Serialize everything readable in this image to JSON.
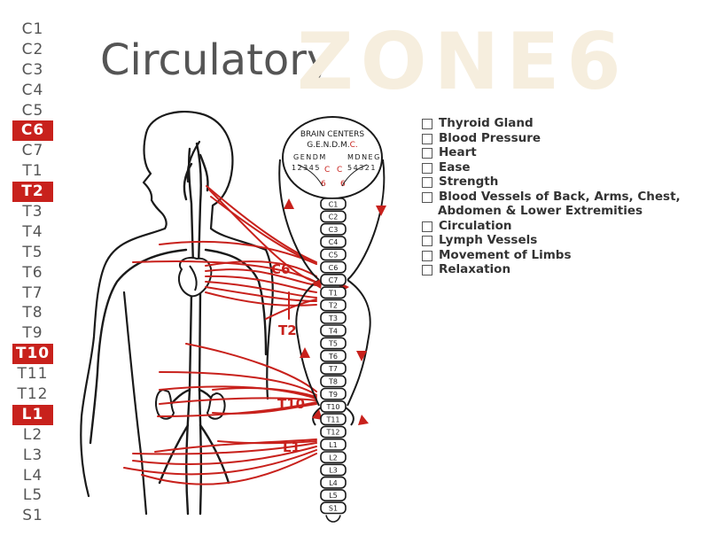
{
  "title": "Circulatory",
  "watermark": "ZONE6",
  "spinal_levels": [
    {
      "label": "C1",
      "highlight": false
    },
    {
      "label": "C2",
      "highlight": false
    },
    {
      "label": "C3",
      "highlight": false
    },
    {
      "label": "C4",
      "highlight": false
    },
    {
      "label": "C5",
      "highlight": false
    },
    {
      "label": "C6",
      "highlight": true
    },
    {
      "label": "C7",
      "highlight": false
    },
    {
      "label": "T1",
      "highlight": false
    },
    {
      "label": "T2",
      "highlight": true
    },
    {
      "label": "T3",
      "highlight": false
    },
    {
      "label": "T4",
      "highlight": false
    },
    {
      "label": "T5",
      "highlight": false
    },
    {
      "label": "T6",
      "highlight": false
    },
    {
      "label": "T7",
      "highlight": false
    },
    {
      "label": "T8",
      "highlight": false
    },
    {
      "label": "T9",
      "highlight": false
    },
    {
      "label": "T10",
      "highlight": true
    },
    {
      "label": "T11",
      "highlight": false
    },
    {
      "label": "T12",
      "highlight": false
    },
    {
      "label": "L1",
      "highlight": true
    },
    {
      "label": "L2",
      "highlight": false
    },
    {
      "label": "L3",
      "highlight": false
    },
    {
      "label": "L4",
      "highlight": false
    },
    {
      "label": "L5",
      "highlight": false
    },
    {
      "label": "S1",
      "highlight": false
    }
  ],
  "checklist": [
    "Thyroid Gland",
    "Blood Pressure",
    "Heart",
    "Ease",
    "Strength",
    "Blood Vessels of Back, Arms, Chest,",
    "Abdomen & Lower Extremities",
    "Circulation",
    "Lymph Vessels",
    "Movement of Limbs",
    "Relaxation"
  ],
  "brain": {
    "title": "BRAIN CENTERS",
    "gendmc_prefix": "G.E.N.D.M.",
    "gendmc_suffix": "C.",
    "left_letters": "GENDM",
    "left_numbers": "12345",
    "left_c": "C",
    "left_six": "6",
    "right_letters": "MDNEG",
    "right_numbers": "54321",
    "right_c": "C",
    "right_six": "6"
  },
  "vertebrae": [
    "C1",
    "C2",
    "C3",
    "C4",
    "C5",
    "C6",
    "C7",
    "T1",
    "T2",
    "T3",
    "T4",
    "T5",
    "T6",
    "T7",
    "T8",
    "T9",
    "T10",
    "T11",
    "T12",
    "L1",
    "L2",
    "L3",
    "L4",
    "L5",
    "S1"
  ],
  "nerve_labels": {
    "c6": "C6",
    "t2": "T2",
    "t10": "T10",
    "l1": "L1"
  },
  "colors": {
    "accent": "#c8211c",
    "text": "#555555",
    "highlight_text": "#ffffff"
  }
}
